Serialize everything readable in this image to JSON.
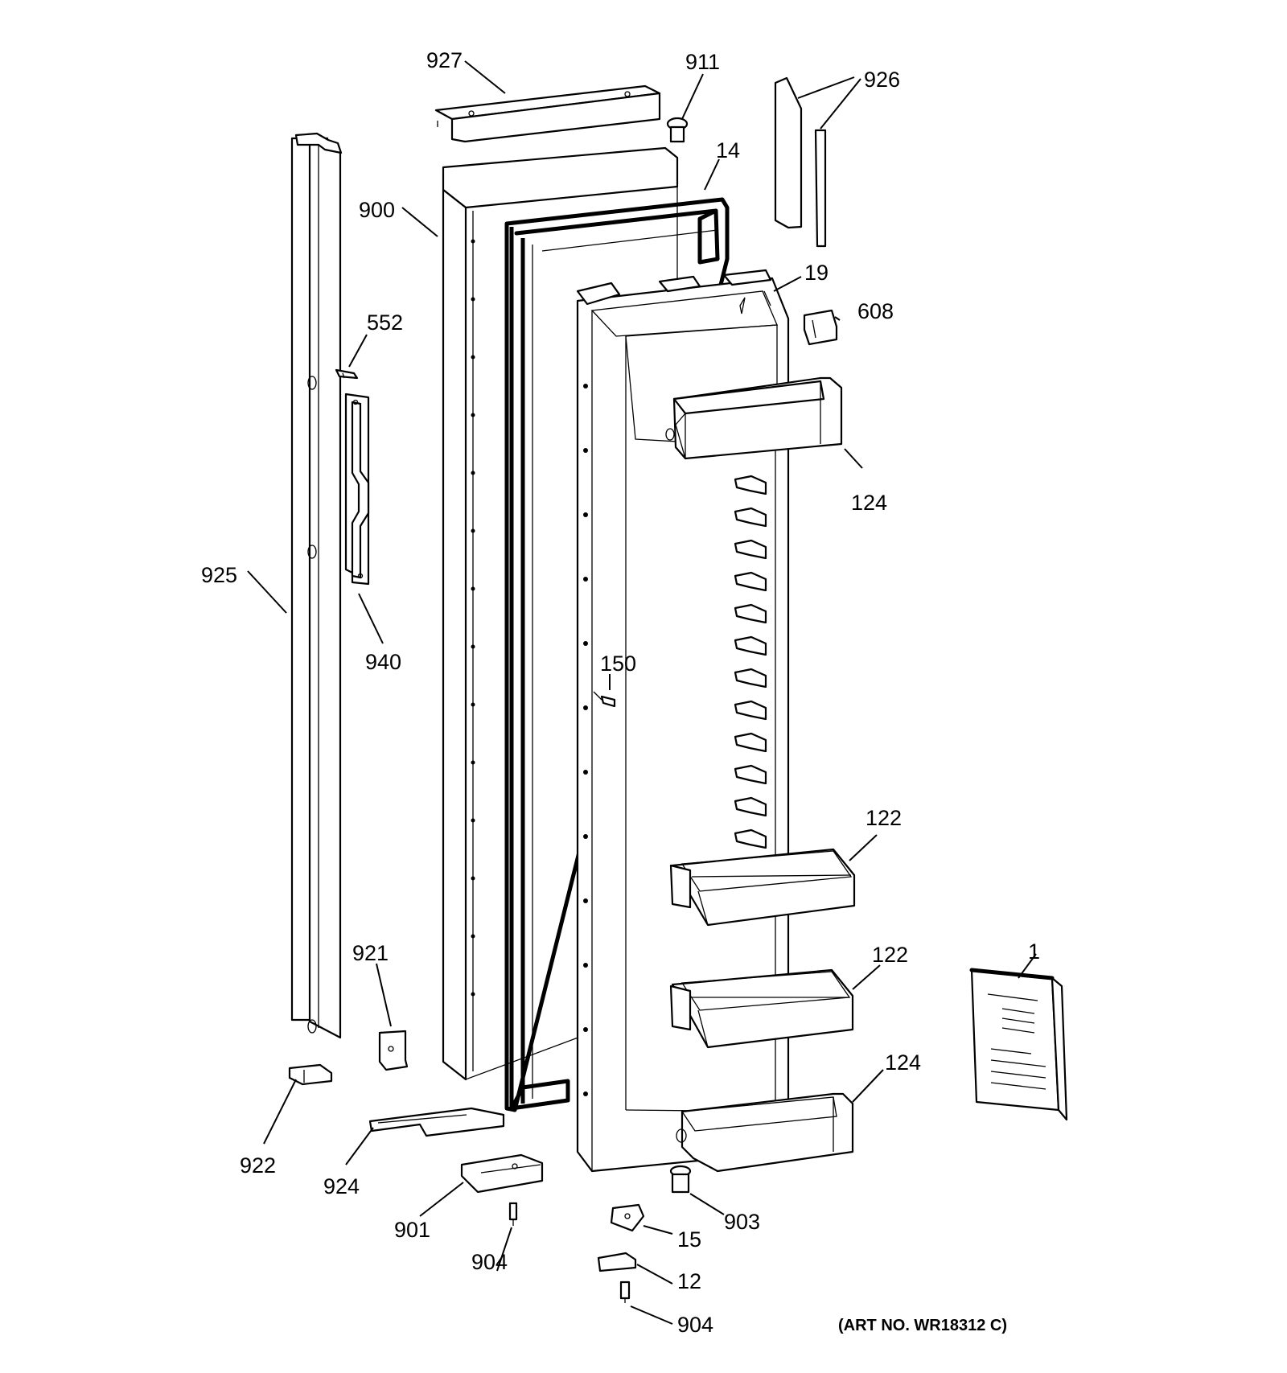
{
  "diagram": {
    "art_number": "(ART NO. WR18312 C)",
    "callouts": [
      {
        "id": "927",
        "text": "927"
      },
      {
        "id": "911",
        "text": "911"
      },
      {
        "id": "926",
        "text": "926"
      },
      {
        "id": "14",
        "text": "14"
      },
      {
        "id": "900",
        "text": "900"
      },
      {
        "id": "19",
        "text": "19"
      },
      {
        "id": "608",
        "text": "608"
      },
      {
        "id": "552",
        "text": "552"
      },
      {
        "id": "124a",
        "text": "124"
      },
      {
        "id": "925",
        "text": "925"
      },
      {
        "id": "940",
        "text": "940"
      },
      {
        "id": "150",
        "text": "150"
      },
      {
        "id": "122a",
        "text": "122"
      },
      {
        "id": "921",
        "text": "921"
      },
      {
        "id": "122b",
        "text": "122"
      },
      {
        "id": "1",
        "text": "1"
      },
      {
        "id": "124b",
        "text": "124"
      },
      {
        "id": "922",
        "text": "922"
      },
      {
        "id": "924",
        "text": "924"
      },
      {
        "id": "901",
        "text": "901"
      },
      {
        "id": "903",
        "text": "903"
      },
      {
        "id": "904a",
        "text": "904"
      },
      {
        "id": "15",
        "text": "15"
      },
      {
        "id": "12",
        "text": "12"
      },
      {
        "id": "904b",
        "text": "904"
      }
    ]
  }
}
